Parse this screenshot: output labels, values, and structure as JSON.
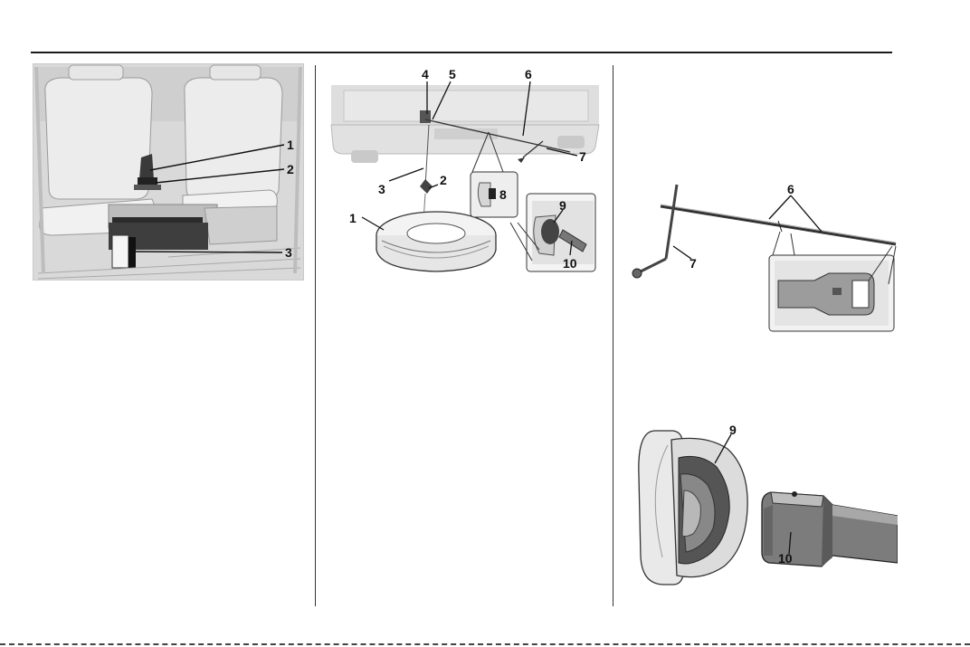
{
  "figure_seat": {
    "callouts": [
      "1",
      "2",
      "3"
    ]
  },
  "figure_tire": {
    "callouts": [
      "4",
      "5",
      "6",
      "7",
      "3",
      "2",
      "1",
      "8",
      "9",
      "10"
    ]
  },
  "figure_rod": {
    "callouts": [
      "6",
      "7"
    ]
  },
  "figure_hole": {
    "callouts": [
      "9",
      "10"
    ]
  }
}
